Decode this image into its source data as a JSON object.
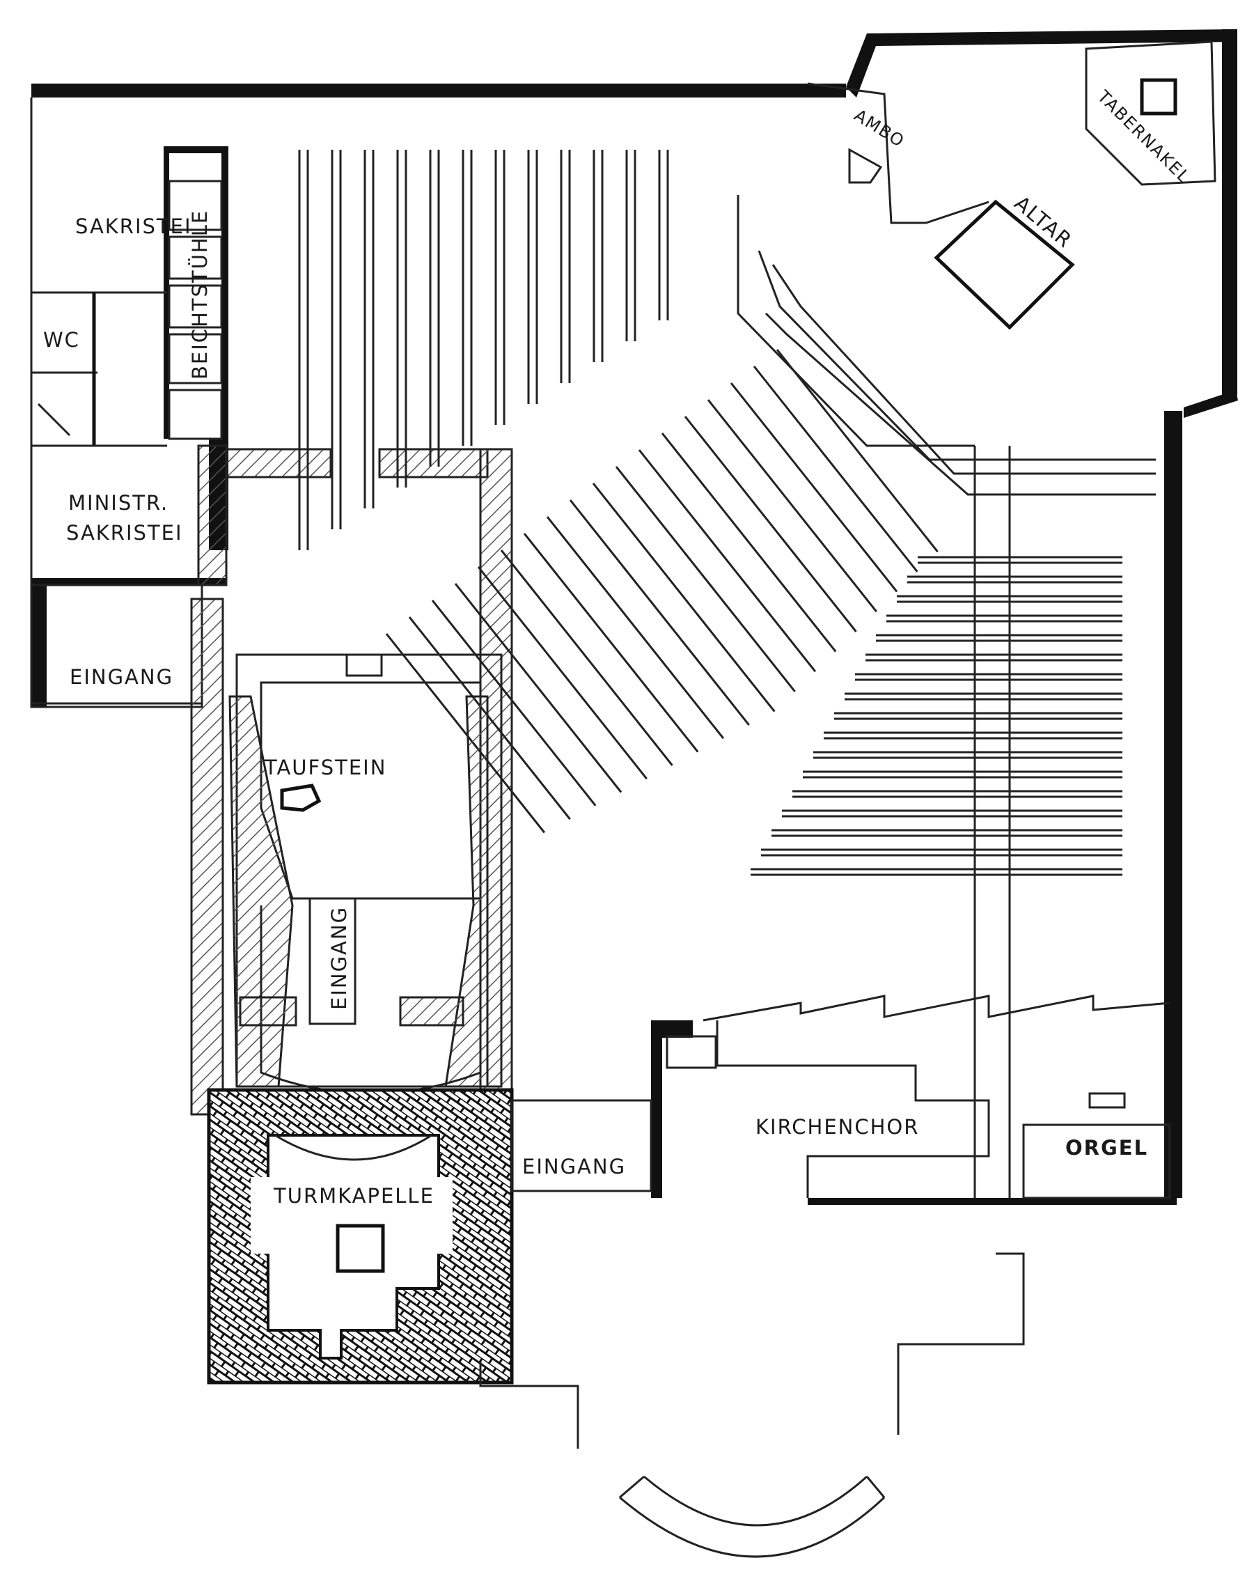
{
  "labels": {
    "sakristei": "SAKRISTEI",
    "beichtstuehle": "BEICHTSTÜHLE",
    "wc": "WC",
    "ministr_sakristei_1": "MINISTR.",
    "ministr_sakristei_2": "SAKRISTEI",
    "eingang_west": "EINGANG",
    "taufstein": "TAUFSTEIN",
    "eingang_vertical": "EINGANG",
    "turmkapelle": "TURMKAPELLE",
    "eingang_south": "EINGANG",
    "kirchenchor": "KIRCHENCHOR",
    "orgel": "ORGEL",
    "ambo": "AMBO",
    "altar": "ALTAR",
    "tabernakel": "TABERNAKEL"
  },
  "colors": {
    "ink": "#111111",
    "paper": "#ffffff"
  }
}
